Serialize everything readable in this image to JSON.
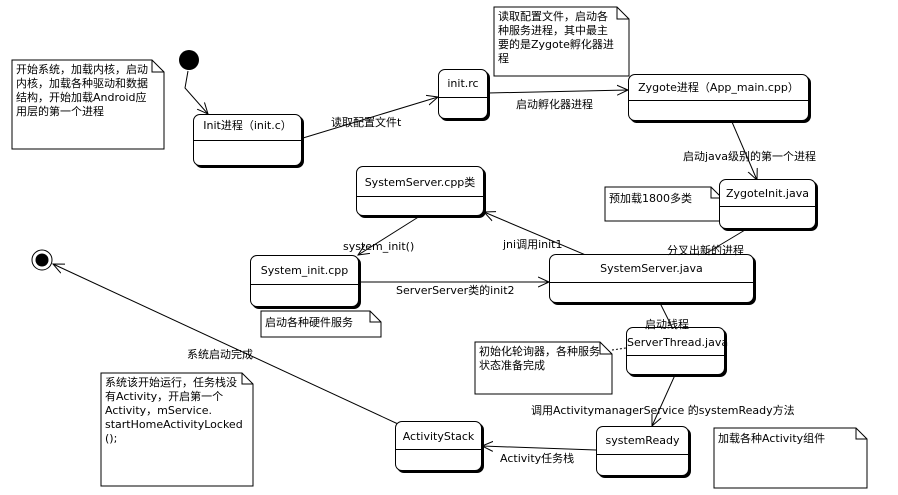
{
  "states": {
    "init": "Init进程（init.c）",
    "init_rc": "init.rc",
    "zygote": "Zygote进程（App_main.cpp）",
    "zygote_init": "ZygoteInit.java",
    "system_server_cpp": "SystemServer.cpp类",
    "system_init_cpp": "System_init.cpp",
    "system_server_java": "SystemServer.java",
    "server_thread": "ServerThread.java",
    "system_ready": "systemReady",
    "activity_stack": "ActivityStack"
  },
  "notes": {
    "start_system": "开始系统，加载内核，启动内核，加载各种驱动和数据结构，开始加载Android应用层的第一个进程",
    "read_config": "读取配置文件，启动各种服务进程，其中最主要的是Zygote孵化器进程",
    "preload": "预加载1800多类",
    "hardware": "启动各种硬件服务",
    "polling": "初始化轮询器，各种服务状态准备完成",
    "start_home": "系统该开始运行，任务栈没有Activity，开启第一个Activity，mService.\nstartHomeActivityLocked\n();",
    "load_activity": "加载各种Activity组件"
  },
  "transitions": {
    "read_config_file": "读取配置文件t",
    "start_incubator": "启动孵化器进程",
    "start_java_first": "启动java级别的第一个进程",
    "fork_new": "分叉出新的进程",
    "jni_init1": "jni调用init1",
    "system_init_call": "system_init()",
    "init2": "ServerServer类的init2",
    "start_thread": "启动线程",
    "call_system_ready": "调用ActivitymanagerService 的systemReady方法",
    "activity_task_stack": "Activity任务栈",
    "system_start_done": "系统启动完成"
  }
}
